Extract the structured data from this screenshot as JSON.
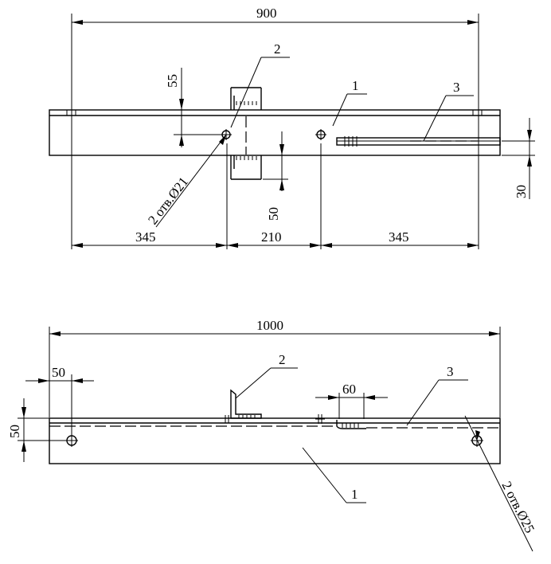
{
  "top_view": {
    "dim_overall": "900",
    "dim_left": "345",
    "dim_middle": "210",
    "dim_right": "345",
    "dim_55": "55",
    "dim_50": "50",
    "dim_30": "30",
    "holes_note": "2 отв.Ø21",
    "callout_1": "1",
    "callout_2": "2",
    "callout_3": "3"
  },
  "bottom_view": {
    "dim_overall": "1000",
    "dim_50_horizontal": "50",
    "dim_50_vertical": "50",
    "dim_60": "60",
    "holes_note": "2 отв.Ø25",
    "callout_1": "1",
    "callout_2": "2",
    "callout_3": "3"
  }
}
